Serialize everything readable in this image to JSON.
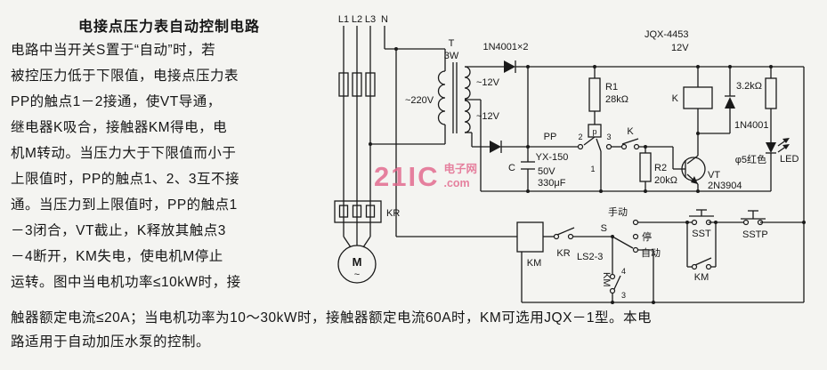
{
  "title": "电接点压力表自动控制电路",
  "description": {
    "lines": [
      "电路中当开关S置于“自动”时，若",
      "被控压力低于下限值，电接点压力表",
      "PP的触点1－2接通，使VT导通，",
      "继电器K吸合，接触器KM得电，电",
      "机M转动。当压力大于下限值而小于",
      "上限值时，PP的触点1、2、3互不接",
      "通。当压力到上限值时，PP的触点1",
      "－3闭合，VT截止，K释放其触点3",
      "－4断开，KM失电，使电机M停止",
      "运转。图中当电机功率≤10kW时，接"
    ],
    "footer_lines": [
      "触器额定电流≤20A；当电机功率为10～30kW时，接触器额定电流60A时，KM可选用JQX－1型。本电",
      "路适用于自动加压水泵的控制。"
    ]
  },
  "watermark": {
    "big": "21IC",
    "top": "电子网",
    "bottom": ".com",
    "color": "#e2648a"
  },
  "circuit": {
    "phases": {
      "l1": "L1",
      "l2": "L2",
      "l3": "L3",
      "n": "N"
    },
    "transformer": {
      "name": "T",
      "power": "3W",
      "primary": "~220V",
      "sec1": "~12V",
      "sec2": "~12V"
    },
    "rectifier": {
      "label": "1N4001×2"
    },
    "relay": {
      "model": "JQX-4453",
      "voltage": "12V",
      "coil": "K",
      "flyback": "1N4001"
    },
    "r1": {
      "label": "R1",
      "value": "28kΩ"
    },
    "r2": {
      "label": "R2",
      "value": "20kΩ"
    },
    "led_res": {
      "value": "3.2kΩ"
    },
    "led": {
      "label": "LED",
      "spec": "φ5红色"
    },
    "pp": {
      "label": "PP",
      "model": "YX-150",
      "p": "p",
      "k": "K",
      "n1": "1",
      "n2": "2",
      "n3": "3"
    },
    "cap": {
      "label": "C",
      "volt": "50V",
      "value": "330μF"
    },
    "vt": {
      "label": "VT",
      "model": "2N3904"
    },
    "kr": {
      "main": "KR",
      "aux": "KR"
    },
    "motor": {
      "m": "M",
      "ac": "~"
    },
    "km": {
      "coil": "KM",
      "hold": "KM",
      "contact": "KM",
      "c3": "3",
      "c4": "4"
    },
    "sw": {
      "s": "S",
      "model": "LS2-3",
      "manual": "手动",
      "stop": "停",
      "auto": "自动"
    },
    "btn": {
      "start": "SST",
      "stop": "SSTP"
    }
  }
}
